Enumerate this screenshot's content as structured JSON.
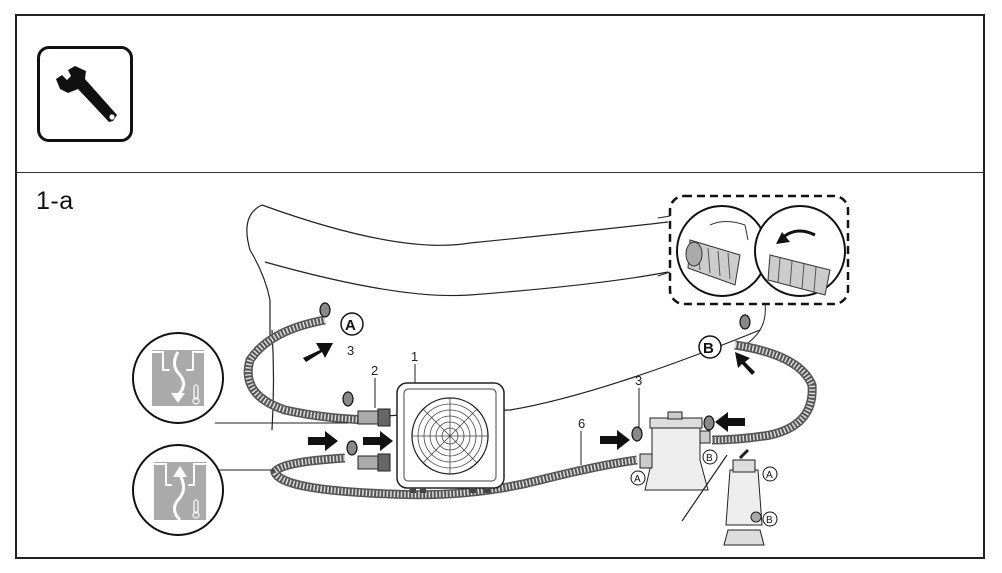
{
  "document": {
    "section_icon": "wrench-icon",
    "step_label": "1-a"
  },
  "illustration": {
    "part_labels": {
      "heat_pump": "1",
      "adapter": "2",
      "clamp_upper": "3",
      "clamp_filter": "3",
      "hose": "6"
    },
    "connection_labels": {
      "inlet_A": "A",
      "outlet_B": "B",
      "filter_A": "A",
      "filter_B": "B",
      "sand_A": "A",
      "sand_B": "B"
    },
    "callouts": [
      {
        "name": "cold-water-outflow",
        "icon": "thermometer-icon",
        "direction": "down"
      },
      {
        "name": "warm-water-inflow",
        "icon": "thermometer-icon",
        "direction": "up"
      }
    ],
    "detail_inset": "hose-clamp-tightening-detail"
  }
}
